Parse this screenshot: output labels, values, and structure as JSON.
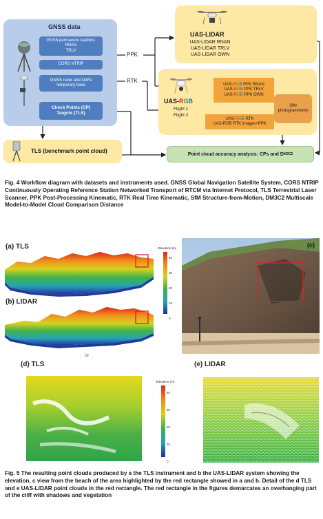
{
  "fig4": {
    "gnss_title": "GNSS data",
    "gnss_permanent": [
      "GNSS permanent stations:",
      "RNAN",
      "TRLV"
    ],
    "cors": "CORS NTRIP",
    "gnss_rover": [
      "GNSS rover and OWN",
      "temporary base"
    ],
    "checkpoints": [
      "Check Points (CP)",
      "Targets (TLS)"
    ],
    "ppk": "PPK",
    "rtk": "RTK",
    "uas_lidar_title": "UAS-LIDAR",
    "uas_lidar_items": [
      "UAS-LIDAR RNAN",
      "UAS-LIDAR TRLV",
      "UAS-LIDAR OWN"
    ],
    "uas_rgb_prefix": "UAS-",
    "uas_rgb_r": "R",
    "uas_rgb_g": "G",
    "uas_rgb_b": "B",
    "flight1": "Flight 1",
    "flight2": "Flight 2",
    "ppk_box": [
      "PPK RNAN",
      "PPK TRLV",
      "PPK OWN"
    ],
    "rtk_box_1": "RTK",
    "rtk_box_2": "UAS-RGB RTK images+PPK",
    "sfm": [
      "SfM",
      "photogrammetry"
    ],
    "tls": "TLS (benchmark point cloud)",
    "accuracy": "Point cloud accuracy analysis: CPs and D",
    "accuracy_sub": "M3C2"
  },
  "caption4": "Fig. 4 Workflow diagram with datasets and instruments used. GNSS Global Navigation Satellite System, CORS NTRIP Continuously Operating Reference Station Networked Transport of RTCM via Internet Protocol, TLS Terrestrial Laser Scanner, PPK Post-Processing Kinematic, RTK Real Time Kinematic, SfM Structure-from-Motion, DM3C2 Multiscale Model-to-Model Cloud Comparison Distance",
  "fig5": {
    "label_a": "(a) TLS",
    "label_b": "(b) LIDAR",
    "label_c": "(c)",
    "label_d": "(d) TLS",
    "label_e": "(e) LIDAR",
    "elev_title": "Elevation (m)",
    "elev_ticks": [
      "40",
      "30",
      "20",
      "10",
      "0"
    ],
    "scale_text": "50"
  },
  "caption5": "Fig. 5 The resulting point clouds produced by a the TLS instrument and b the UAS-LIDAR system showing the elevation, c view from the beach of the area highlighted by the red rectangle showed in a and b. Detail of the d TLS and e UAS-LIDAR point clouds in the red rectangle. The red rectangle in the figures demarcates an overhanging part of the cliff with shadows and vegetation",
  "colors": {
    "blue_panel": "#b9cce9",
    "blue_box": "#4f7ec0",
    "yellow": "#fde9a3",
    "orange": "#f2a33a",
    "green": "#c8e3b3",
    "red_rect": "#e02020"
  }
}
